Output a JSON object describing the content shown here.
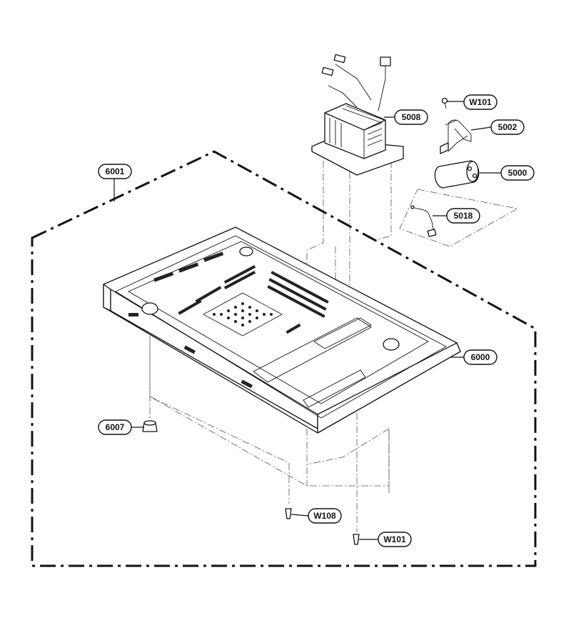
{
  "callouts": {
    "c6001": "6001",
    "c5008": "5008",
    "cW101_top": "W101",
    "c5002": "5002",
    "c5000": "5000",
    "c5018": "5018",
    "c6000": "6000",
    "c6007": "6007",
    "cW108": "W108",
    "cW101_bottom": "W101"
  }
}
